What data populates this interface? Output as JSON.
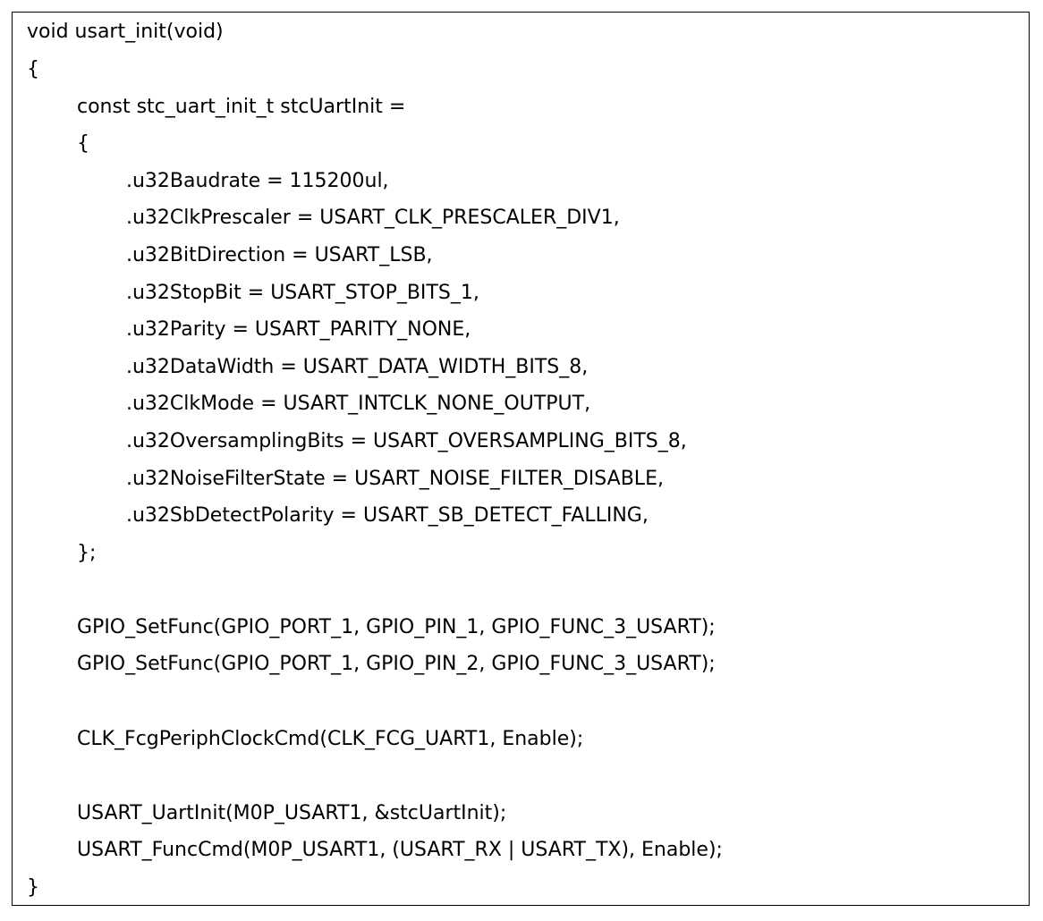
{
  "code": {
    "lines": [
      "void usart_init(void)",
      "{",
      "const stc_uart_init_t stcUartInit =",
      "{",
      ".u32Baudrate = 115200ul,",
      ".u32ClkPrescaler = USART_CLK_PRESCALER_DIV1,",
      ".u32BitDirection = USART_LSB,",
      ".u32StopBit = USART_STOP_BITS_1,",
      ".u32Parity = USART_PARITY_NONE,",
      ".u32DataWidth = USART_DATA_WIDTH_BITS_8,",
      ".u32ClkMode = USART_INTCLK_NONE_OUTPUT,",
      ".u32OversamplingBits = USART_OVERSAMPLING_BITS_8,",
      ".u32NoiseFilterState = USART_NOISE_FILTER_DISABLE,",
      ".u32SbDetectPolarity = USART_SB_DETECT_FALLING,",
      "};",
      "GPIO_SetFunc(GPIO_PORT_1, GPIO_PIN_1, GPIO_FUNC_3_USART);",
      "GPIO_SetFunc(GPIO_PORT_1, GPIO_PIN_2, GPIO_FUNC_3_USART);",
      "CLK_FcgPeriphClockCmd(CLK_FCG_UART1, Enable);",
      "USART_UartInit(M0P_USART1, &stcUartInit);",
      "USART_FuncCmd(M0P_USART1, (USART_RX | USART_TX), Enable);",
      "}"
    ]
  }
}
